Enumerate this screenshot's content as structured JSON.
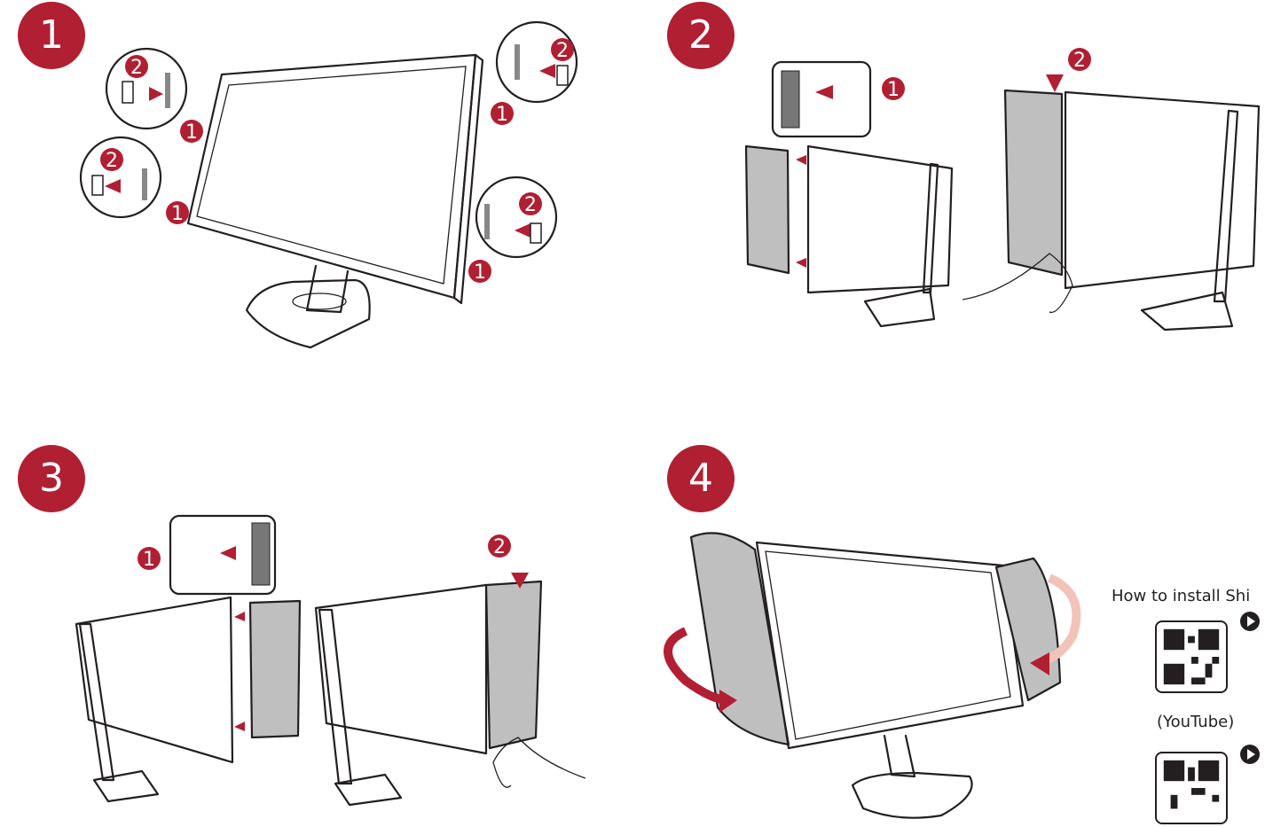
{
  "steps": [
    {
      "number": "1"
    },
    {
      "number": "2"
    },
    {
      "number": "3"
    },
    {
      "number": "4"
    }
  ],
  "sub_steps": {
    "first": "1",
    "second": "2"
  },
  "caption": "How to install Shi",
  "qr_codes": [
    {
      "label": "(YouTube)"
    },
    {
      "label": ""
    }
  ],
  "colors": {
    "accent": "#b11f32",
    "line": "#231f20",
    "shield": "#bfbfbf"
  },
  "icons": [
    "arrow-icon",
    "play-icon",
    "qr-code-icon"
  ]
}
